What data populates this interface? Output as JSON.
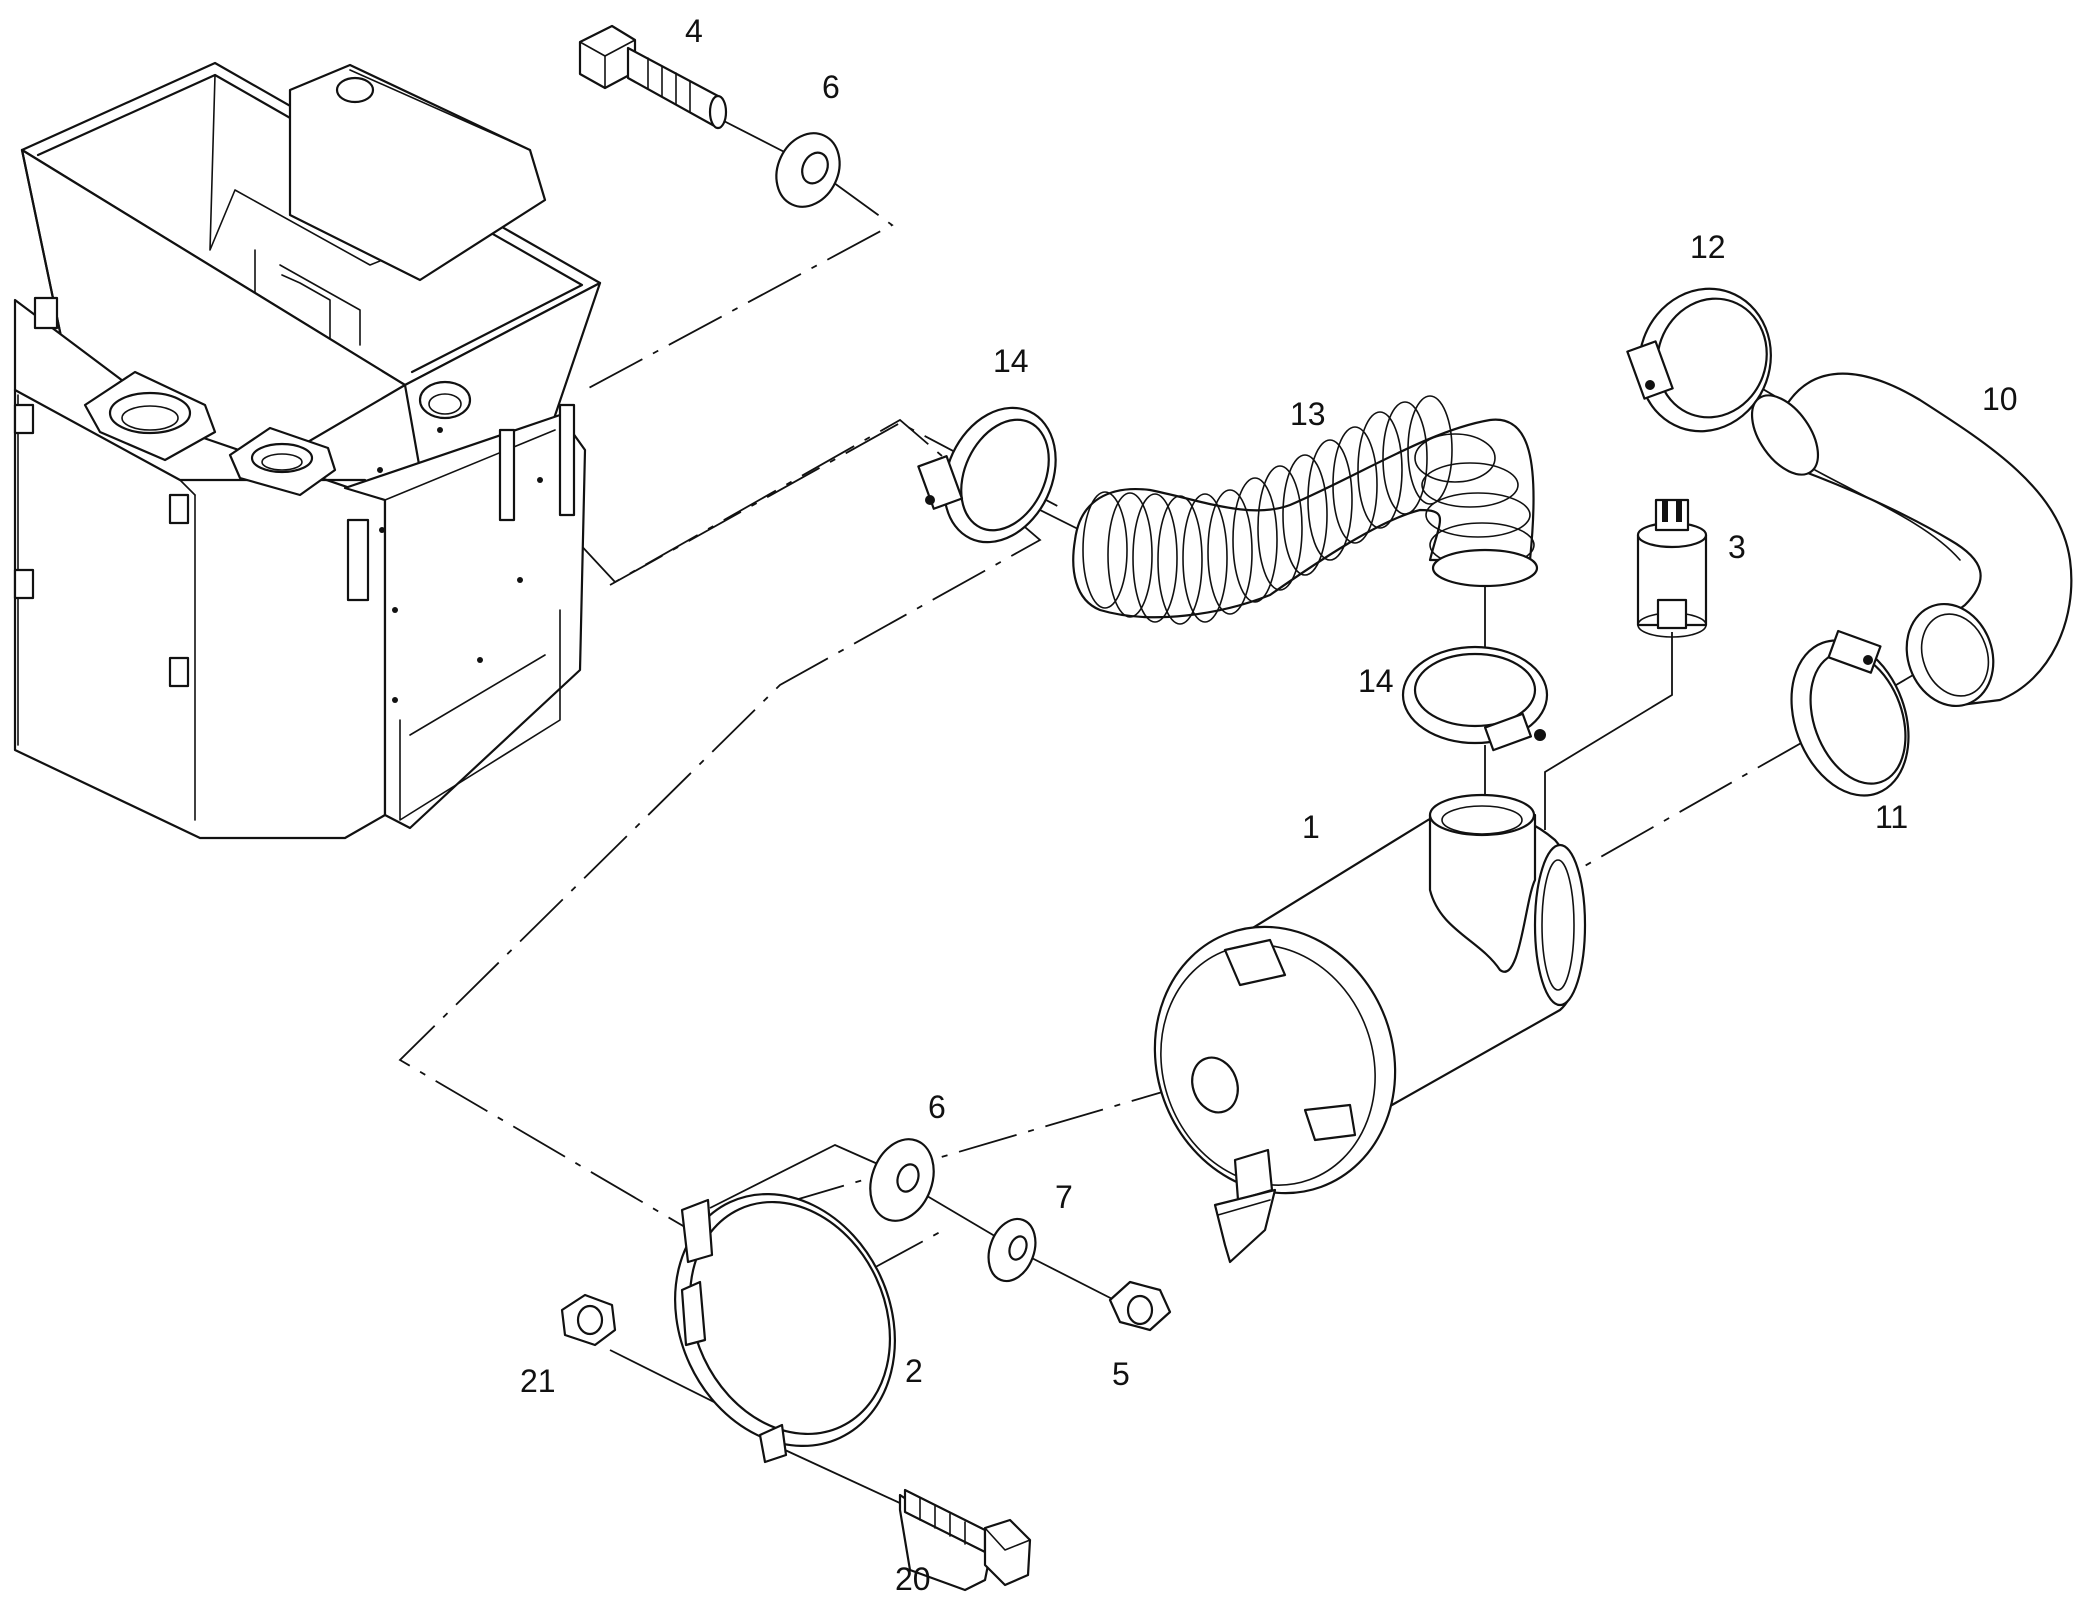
{
  "diagram": {
    "labels": {
      "l1": "1",
      "l2": "2",
      "l3": "3",
      "l4": "4",
      "l5": "5",
      "l6a": "6",
      "l6b": "6",
      "l7": "7",
      "l10": "10",
      "l11": "11",
      "l12": "12",
      "l13": "13",
      "l14a": "14",
      "l14b": "14",
      "l20": "20",
      "l21": "21"
    },
    "parts": [
      {
        "id": "1",
        "name": "air-filter-housing"
      },
      {
        "id": "2",
        "name": "mounting-band-clamp"
      },
      {
        "id": "3",
        "name": "vacuum-switch"
      },
      {
        "id": "4",
        "name": "bolt"
      },
      {
        "id": "5",
        "name": "nut"
      },
      {
        "id": "6",
        "name": "washer"
      },
      {
        "id": "7",
        "name": "lock-washer"
      },
      {
        "id": "10",
        "name": "elbow-hose"
      },
      {
        "id": "11",
        "name": "hose-clamp"
      },
      {
        "id": "12",
        "name": "hose-clamp"
      },
      {
        "id": "13",
        "name": "corrugated-hose"
      },
      {
        "id": "14",
        "name": "hose-clamp"
      },
      {
        "id": "20",
        "name": "bolt"
      },
      {
        "id": "21",
        "name": "nut"
      }
    ]
  }
}
